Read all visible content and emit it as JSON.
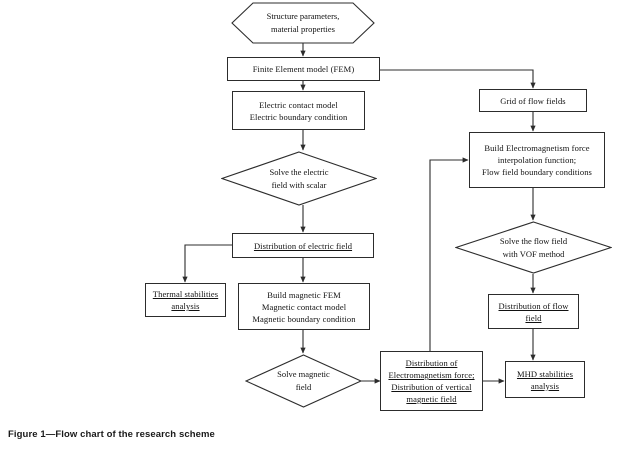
{
  "figure": {
    "caption": "Figure 1—Flow chart of the research scheme"
  },
  "colors": {
    "stroke": "#2c2c2c",
    "text": "#111111",
    "background": "#ffffff",
    "caption": "#1a1a1a"
  },
  "nodes": {
    "structure_parameters": {
      "shape": "hexagon",
      "line1": "Structure parameters,",
      "line2": "material properties"
    },
    "finite_element_model": {
      "shape": "rect",
      "line1": "Finite Element model (FEM)"
    },
    "electric_contact_model": {
      "shape": "rect",
      "line1": "Electric contact model",
      "line2": "Electric boundary condition"
    },
    "solve_electric_field": {
      "shape": "diamond",
      "line1": "Solve the electric",
      "line2": "field with scalar"
    },
    "distribution_electric_field": {
      "shape": "rect",
      "line1": "Distribution of electric field"
    },
    "thermal_stabilities": {
      "shape": "rect",
      "line1": "Thermal stabilities",
      "line2": "analysis"
    },
    "build_magnetic_fem": {
      "shape": "rect",
      "line1": "Build magnetic FEM",
      "line2": "Magnetic contact model",
      "line3": "Magnetic boundary condition"
    },
    "solve_magnetic_field": {
      "shape": "diamond",
      "line1": "Solve magnetic",
      "line2": "field"
    },
    "grid_of_flow_fields": {
      "shape": "rect",
      "line1": "Grid of flow fields"
    },
    "build_electromagnetism_force": {
      "shape": "rect",
      "line1": "Build Electromagnetism force",
      "line2": "interpolation function;",
      "line3": "Flow field boundary conditions"
    },
    "solve_flow_field": {
      "shape": "diamond",
      "line1": "Solve the flow field",
      "line2": "with VOF method"
    },
    "distribution_flow_field": {
      "shape": "rect",
      "line1": "Distribution of flow",
      "line2": "field"
    },
    "distribution_electromagnetism": {
      "shape": "rect",
      "line1": "Distribution of",
      "line2": "Electromagnetism force;",
      "line3": "Distribution of vertical",
      "line4": "magnetic field"
    },
    "mhd_stabilities": {
      "shape": "rect",
      "line1": "MHD stabilities",
      "line2": "analysis"
    }
  }
}
